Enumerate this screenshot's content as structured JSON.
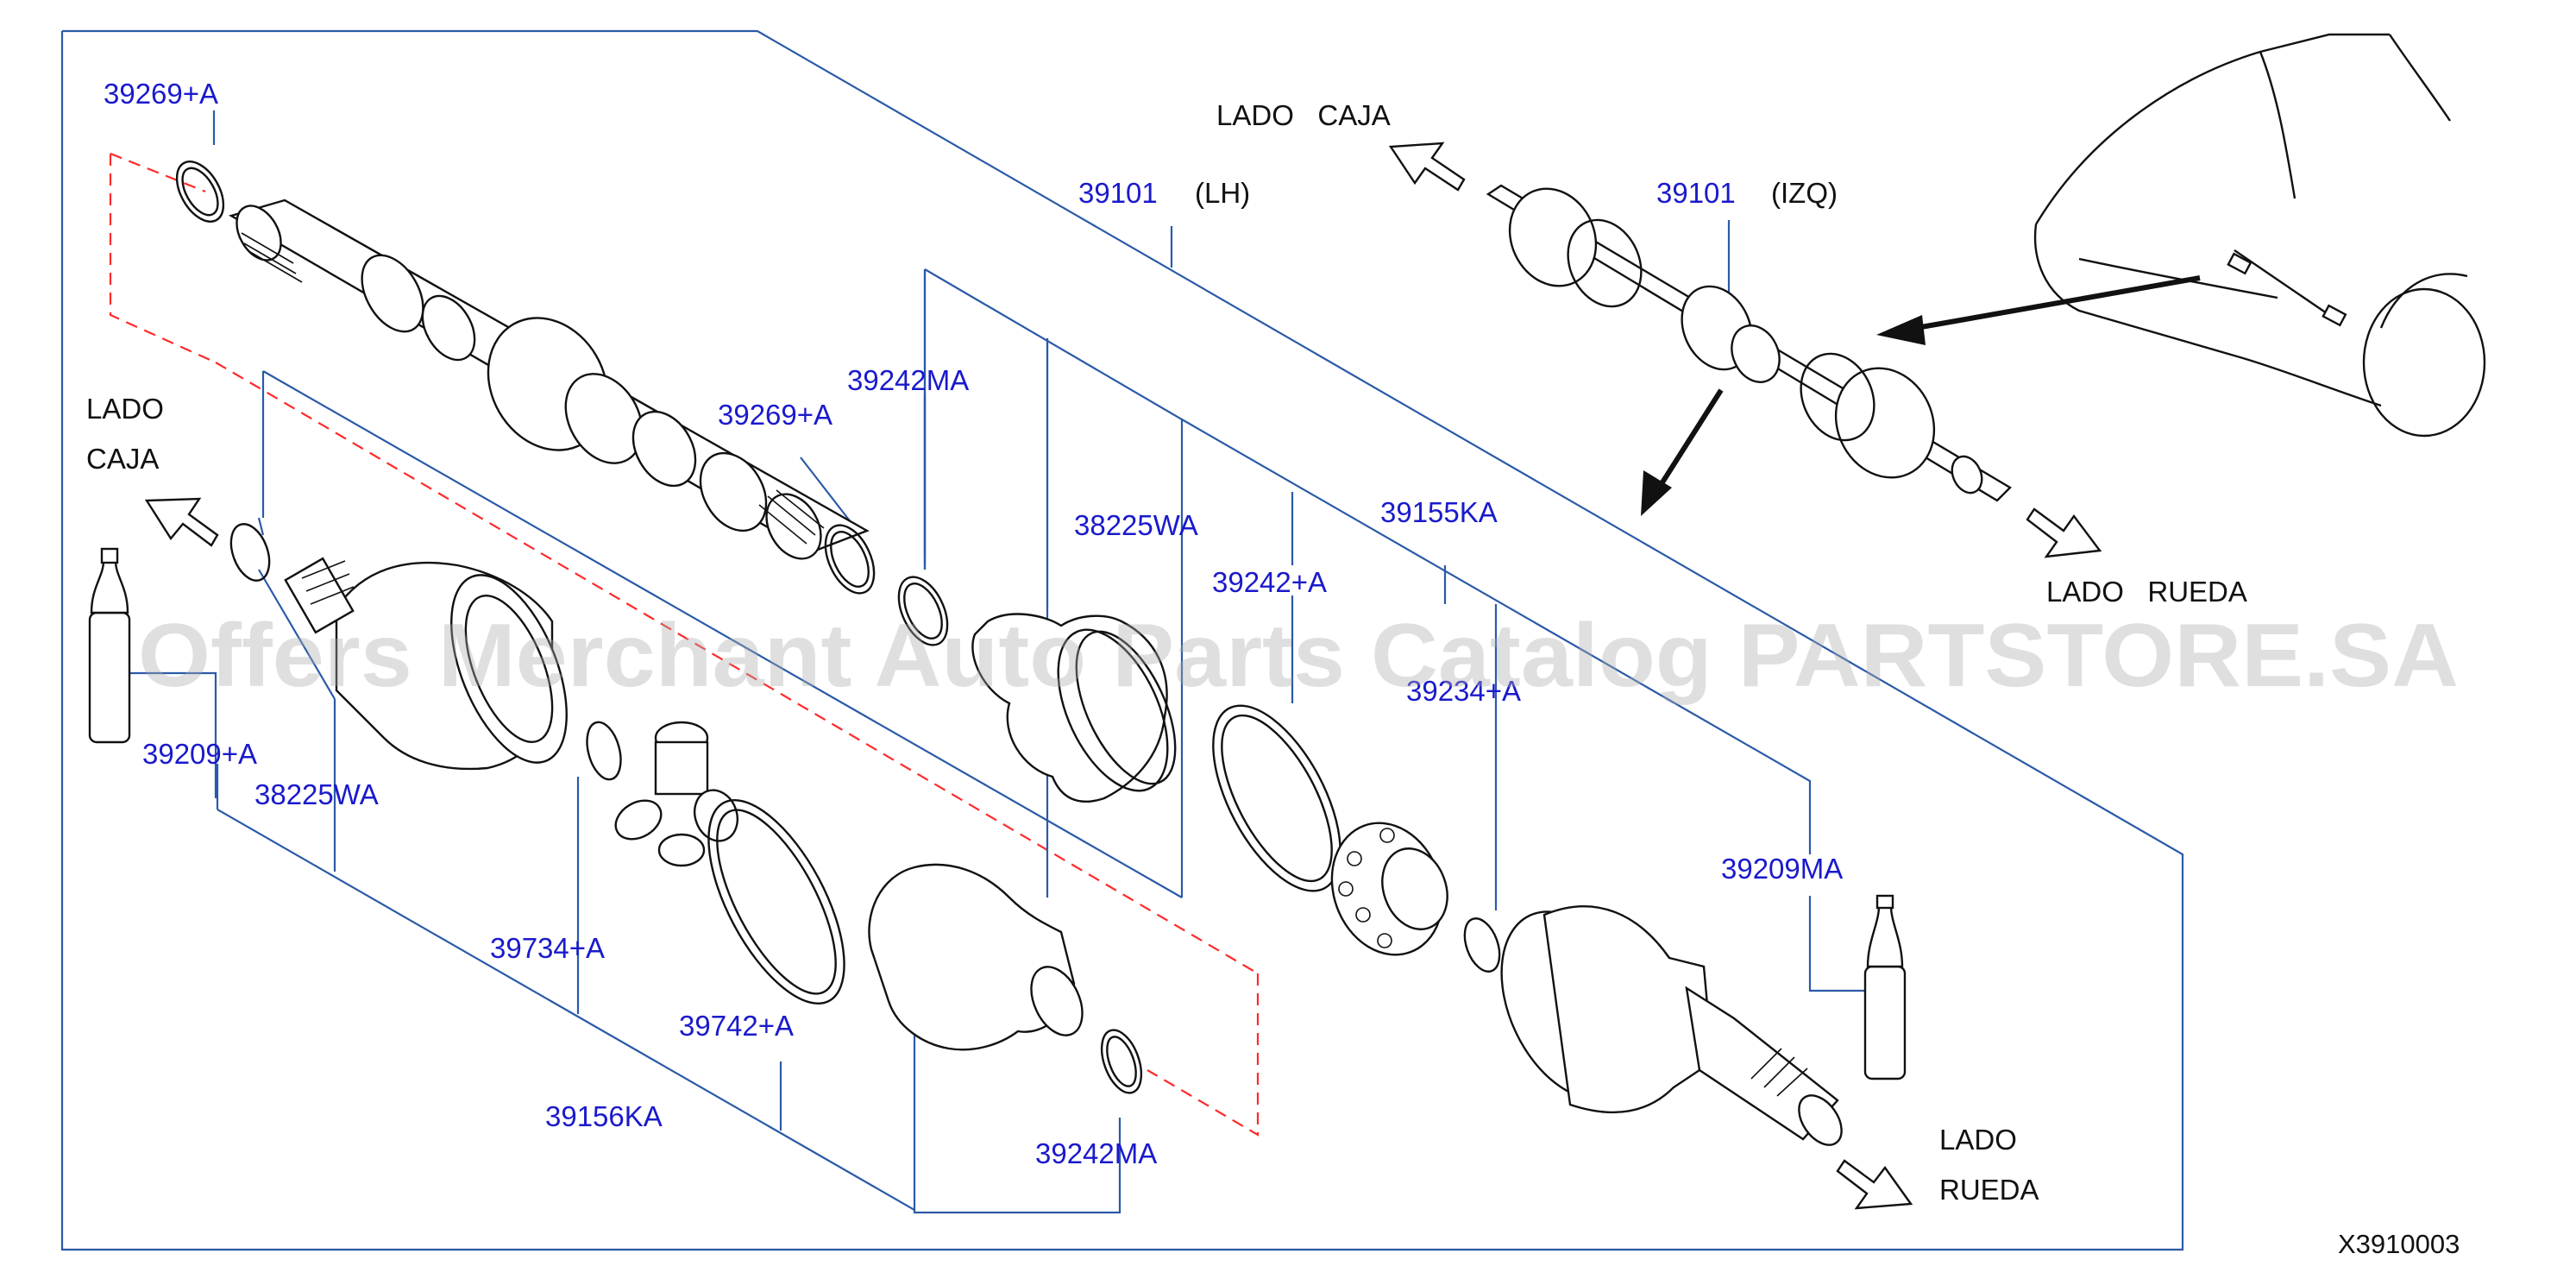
{
  "diagram": {
    "parts": {
      "p39269A_top": "39269+A",
      "p39101_lh": "39101",
      "p39101_lh_side": "(LH)",
      "p39242MA_mid": "39242MA",
      "p39269A_mid": "39269+A",
      "p38225WA_right": "38225WA",
      "p39155KA": "39155KA",
      "p39242A": "39242+A",
      "p39234A": "39234+A",
      "p39209MA": "39209MA",
      "p39209A": "39209+A",
      "p38225WA_left": "38225WA",
      "p39734A": "39734+A",
      "p39742A": "39742+A",
      "p39156KA": "39156KA",
      "p39242MA_bot": "39242MA",
      "p39101_izq": "39101",
      "p39101_izq_side": "(IZQ)"
    },
    "labels": {
      "lado_caja_top": "LADO   CAJA",
      "lado_rueda_top": "LADO   RUEDA",
      "lado_left": "LADO",
      "caja_left": "CAJA",
      "lado_bottom": "LADO",
      "rueda_bottom": "RUEDA"
    },
    "figure_code": "X3910003",
    "watermark": "Offers Merchant Auto Parts Catalog PARTSTORE.SA"
  }
}
